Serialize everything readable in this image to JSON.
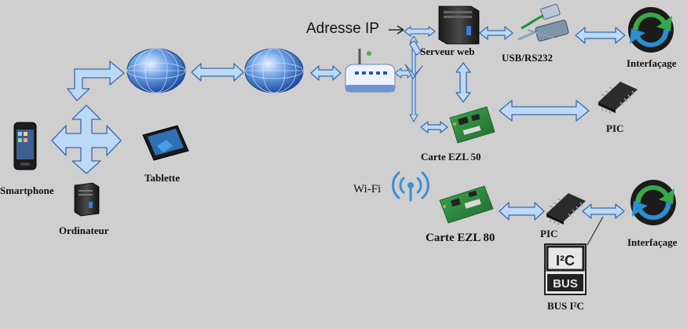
{
  "labels": {
    "adresse_ip": "Adresse IP",
    "serveur_web": "Serveur web",
    "usb_rs232": "USB/RS232",
    "interfacage_top": "Interfaçage",
    "pic_top": "PIC",
    "carte_ezl50": "Carte EZL 50",
    "tablette": "Tablette",
    "smartphone": "Smartphone",
    "ordinateur": "Ordinateur",
    "wifi": "Wi-Fi",
    "carte_ezl80": "Carte EZL 80",
    "pic_bottom": "PIC",
    "interfacage_bottom": "Interfaçage",
    "bus_i2c": "BUS I²C",
    "i2c_logo": "I²C",
    "bus_logo": "BUS"
  },
  "colors": {
    "background": "#cfcfcf",
    "arrow_fill": "#bcd9f7",
    "arrow_stroke": "#3a6aa8",
    "globe": "#3b74c9",
    "board_green": "#2f8a3e",
    "chip": "#2b2b2b",
    "wifi_blue": "#3b8fd9",
    "interface_green": "#3aa84a",
    "interface_blue": "#2a8fd0"
  },
  "icons": [
    "globe-icon",
    "router-icon",
    "server-icon",
    "usb-cable-icon",
    "interface-icon",
    "pic-chip-icon",
    "circuit-board-icon",
    "tablet-icon",
    "smartphone-icon",
    "computer-icon",
    "wifi-icon",
    "i2c-bus-icon"
  ]
}
